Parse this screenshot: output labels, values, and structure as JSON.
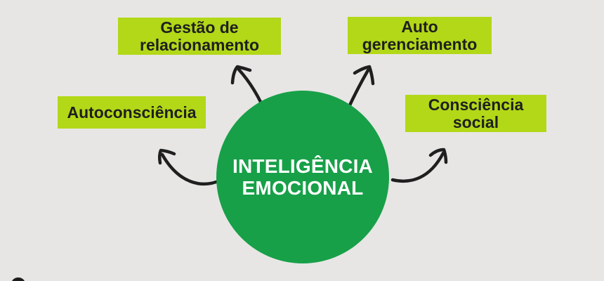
{
  "colors": {
    "background": "#e7e6e4",
    "circle": "#17a048",
    "circle_text": "#ffffff",
    "node_bg": "#b2d818",
    "node_text": "#1f1f1f",
    "arrow": "#1f1f1f"
  },
  "center": {
    "title": "INTELIGÊNCIA EMOCIONAL"
  },
  "nodes": {
    "relationship_management": {
      "label": "Gestão de relacionamento"
    },
    "self_management": {
      "label": "Auto gerenciamento"
    },
    "self_awareness": {
      "label": "Autoconsciência"
    },
    "social_awareness": {
      "label": "Consciência social"
    }
  }
}
